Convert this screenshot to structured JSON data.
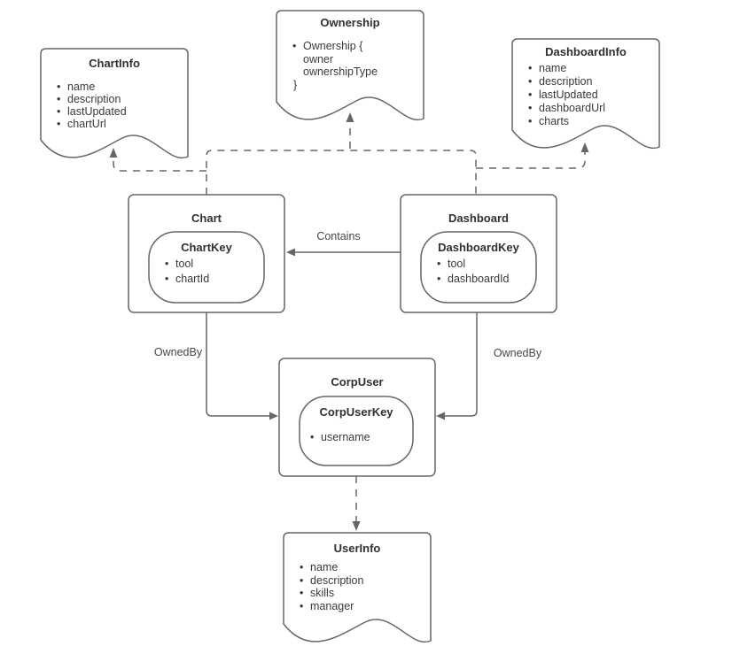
{
  "colors": {
    "background": "#ffffff",
    "stroke": "#666666",
    "text": "#333333"
  },
  "documents": {
    "chart_info": {
      "title": "ChartInfo",
      "fields": [
        "name",
        "description",
        "lastUpdated",
        "chartUrl"
      ]
    },
    "ownership": {
      "title": "Ownership",
      "lines": [
        "Ownership {",
        "owner",
        "ownershipType",
        "}"
      ]
    },
    "dashboard_info": {
      "title": "DashboardInfo",
      "fields": [
        "name",
        "description",
        "lastUpdated",
        "dashboardUrl",
        "charts"
      ]
    },
    "user_info": {
      "title": "UserInfo",
      "fields": [
        "name",
        "description",
        "skills",
        "manager"
      ]
    }
  },
  "entities": {
    "chart": {
      "title": "Chart",
      "key_title": "ChartKey",
      "key_fields": [
        "tool",
        "chartId"
      ]
    },
    "dashboard": {
      "title": "Dashboard",
      "key_title": "DashboardKey",
      "key_fields": [
        "tool",
        "dashboardId"
      ]
    },
    "corp_user": {
      "title": "CorpUser",
      "key_title": "CorpUserKey",
      "key_fields": [
        "username"
      ]
    }
  },
  "edges": {
    "contains": {
      "label": "Contains"
    },
    "owned_by_left": {
      "label": "OwnedBy"
    },
    "owned_by_right": {
      "label": "OwnedBy"
    }
  }
}
